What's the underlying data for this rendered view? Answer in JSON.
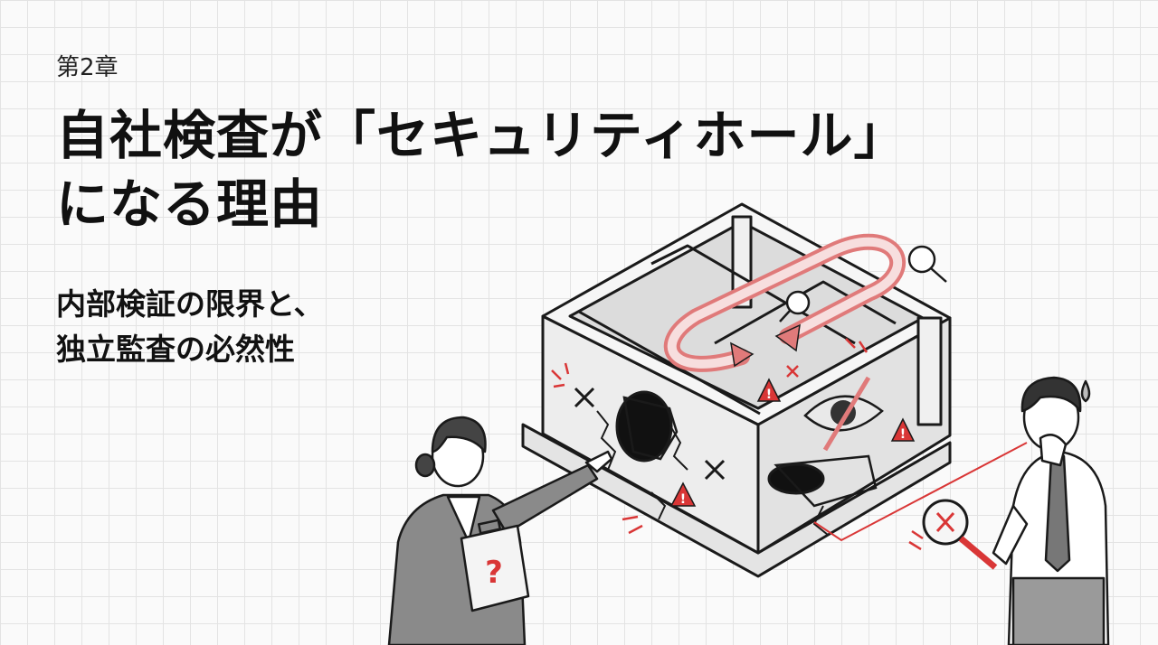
{
  "header": {
    "chapter": "第2章",
    "title_line1": "自社検査が「セキュリティホール」",
    "title_line2": "になる理由",
    "subtitle_line1": "内部検証の限界と、",
    "subtitle_line2": "独立監査の必然性"
  },
  "illustration": {
    "clipboard_mark": "?",
    "accent_color": "#d93636",
    "line_color": "#1a1a1a"
  }
}
